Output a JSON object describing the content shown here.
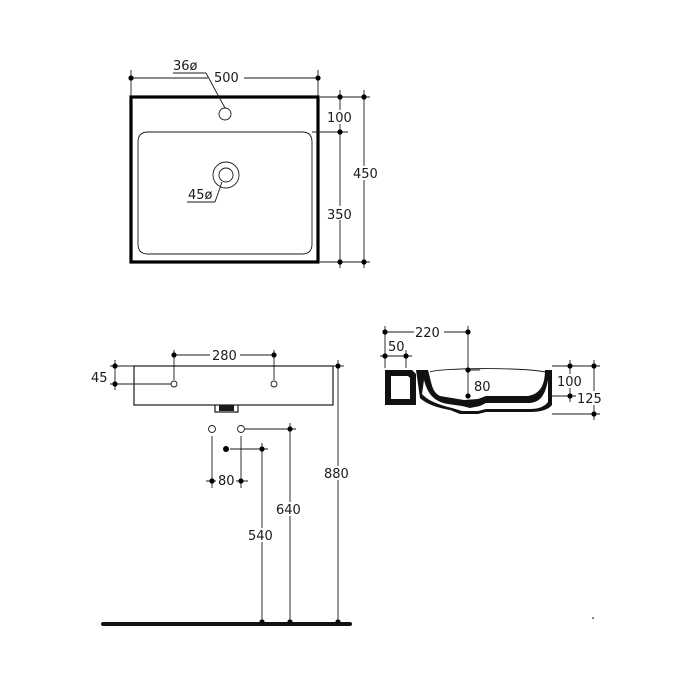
{
  "drawing": {
    "top_view": {
      "width_dim": "500",
      "depth_dim": "450",
      "rim_dim": "100",
      "bowl_dim": "350",
      "tap_hole_dim": "36ø",
      "drain_dim": "45ø"
    },
    "front_view": {
      "fixing_distance_dim": "280",
      "fixing_height_dim": "45",
      "supply_spacing_dim": "80",
      "supply_height_dim": "540",
      "waste_height_dim": "640",
      "rim_height_dim": "880"
    },
    "side_view": {
      "projection_dim": "220",
      "wall_offset_dim": "50",
      "inner_depth_dim": "80",
      "bowl_depth_dim": "100",
      "total_height_dim": "125"
    },
    "footnote_mark": "."
  }
}
